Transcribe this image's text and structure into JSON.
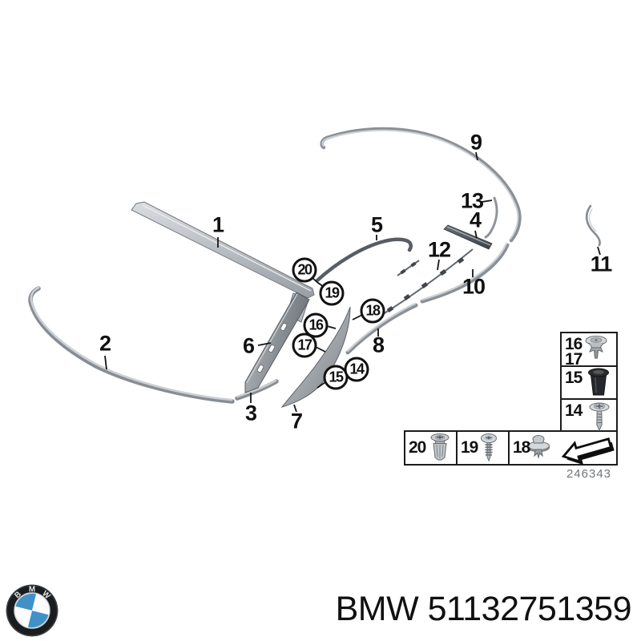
{
  "page": {
    "background": "#ffffff",
    "type": "parts-diagram"
  },
  "diagram": {
    "drawing_number": "246343",
    "callouts": {
      "c1": "1",
      "c2": "2",
      "c3": "3",
      "c4": "4",
      "c5": "5",
      "c6": "6",
      "c7": "7",
      "c8": "8",
      "c9": "9",
      "c10": "10",
      "c11": "11",
      "c12": "12",
      "c13": "13",
      "c14": "14",
      "c15": "15",
      "c16": "16",
      "c17": "17",
      "c18": "18",
      "c19": "19",
      "c20": "20"
    }
  },
  "legend": {
    "c14": "14",
    "c15": "15",
    "c16": "16",
    "c17": "17",
    "c18": "18",
    "c19": "19",
    "c20": "20",
    "icons": {
      "cell_16_17": "trim-clip-icon",
      "cell_15": "rubber-grommet-icon",
      "cell_14": "screw-with-washer-icon",
      "cell_20": "expanding-rivet-icon",
      "cell_19": "self-tapping-screw-icon",
      "cell_18": "clip-with-washer-icon",
      "cell_arrow": "direction-arrow-icon"
    }
  },
  "footer": {
    "part_number": "BMW 51132751359",
    "logo_letters": [
      "B",
      "M",
      "W"
    ]
  },
  "colors": {
    "roundel_blue": "#4191c9",
    "line_black": "#1c1c1c",
    "trim_light": "#c7cbcf",
    "trim_mid": "#a9aeb3",
    "trim_dark": "#575d63",
    "drawing_number_gray": "#71767a"
  }
}
